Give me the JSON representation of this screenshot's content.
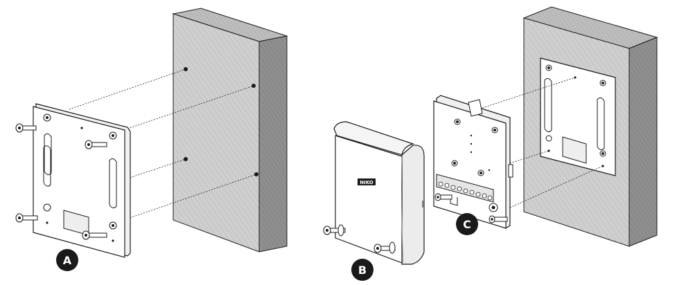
{
  "figure": {
    "steps": [
      {
        "id": "A",
        "label": "A"
      },
      {
        "id": "B",
        "label": "B"
      },
      {
        "id": "C",
        "label": "C"
      }
    ],
    "device_logo": "NIKO"
  },
  "colors": {
    "wall_face": "#cfcfcf",
    "wall_side": "#8f8f8f",
    "wall_top": "#bdbdbd",
    "outline": "#1a1a1a",
    "plate": "#ffffff",
    "badge": "#1a1a1a"
  }
}
